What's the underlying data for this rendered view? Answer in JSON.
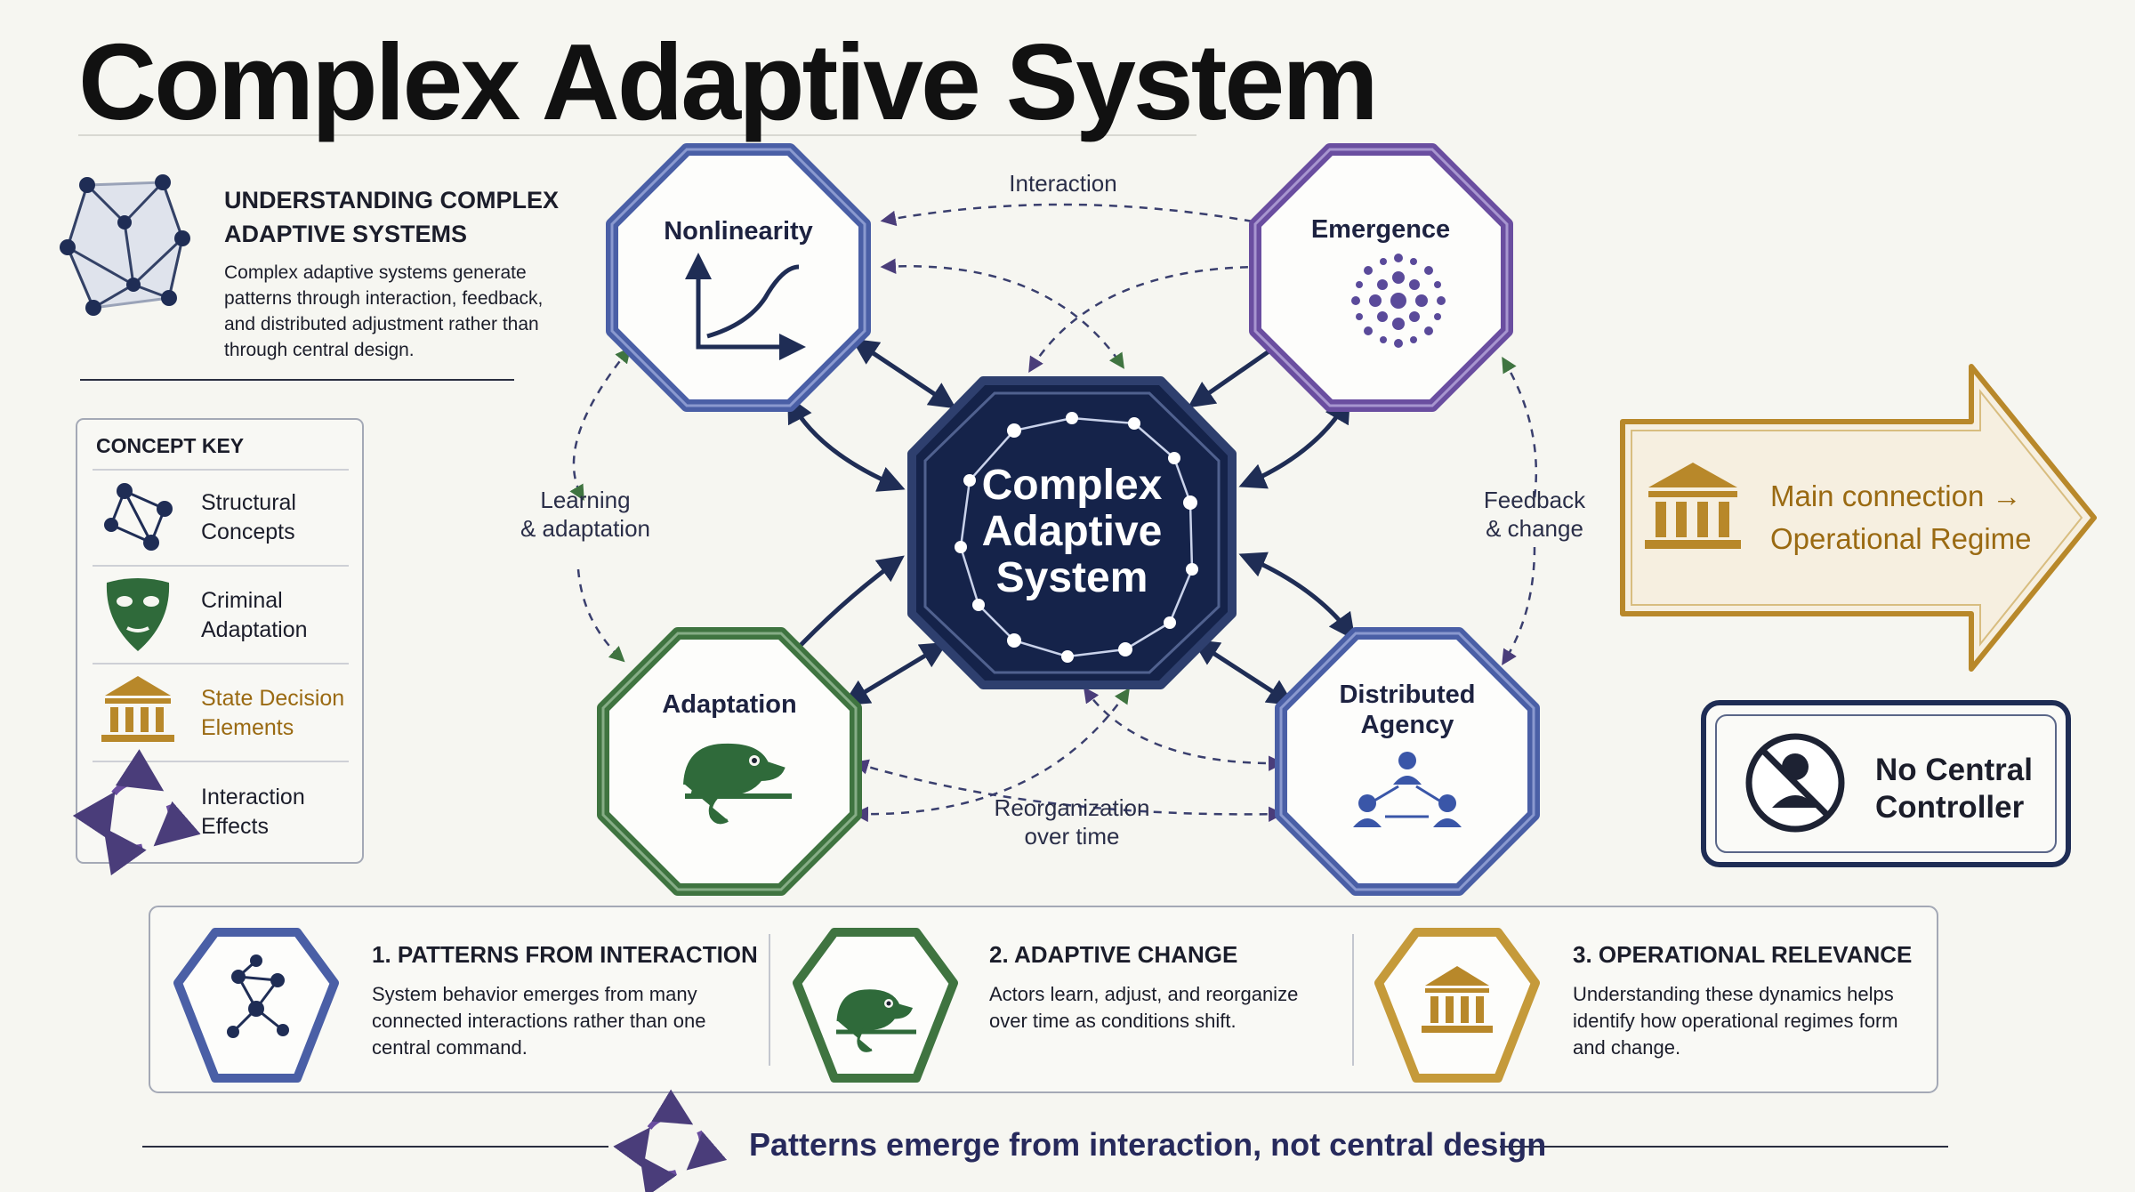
{
  "title": "Complex Adaptive System",
  "intro": {
    "heading": "UNDERSTANDING COMPLEX ADAPTIVE SYSTEMS",
    "body": "Complex adaptive systems generate patterns through interaction, feedback, and distributed adjustment rather than through central design."
  },
  "concept_key": {
    "heading": "CONCEPT KEY",
    "items": [
      {
        "line1": "Structural",
        "line2": "Concepts",
        "icon": "network-icon"
      },
      {
        "line1": "Criminal",
        "line2": "Adaptation",
        "icon": "mask-icon"
      },
      {
        "line1": "State Decision",
        "line2": "Elements",
        "icon": "courthouse-icon"
      },
      {
        "line1": "Interaction",
        "line2": "Effects",
        "icon": "cycle-arrows-icon"
      }
    ]
  },
  "diagram": {
    "center": {
      "line1": "Complex",
      "line2": "Adaptive",
      "line3": "System"
    },
    "nodes": {
      "nonlinearity": "Nonlinearity",
      "emergence": "Emergence",
      "adaptation": "Adaptation",
      "distributed_line1": "Distributed",
      "distributed_line2": "Agency"
    },
    "flows": {
      "interaction": "Interaction",
      "learning_line1": "Learning",
      "learning_line2": "& adaptation",
      "feedback_line1": "Feedback",
      "feedback_line2": "& change",
      "reorg_line1": "Reorganization",
      "reorg_line2": "over time"
    }
  },
  "main_connection": {
    "line1": "Main connection →",
    "line2": "Operational Regime"
  },
  "no_central": {
    "line1": "No Central",
    "line2": "Controller"
  },
  "cards": [
    {
      "title": "1.  PATTERNS FROM INTERACTION",
      "body": "System behavior emerges from many connected interactions rather than one central command."
    },
    {
      "title": "2.  ADAPTIVE CHANGE",
      "body": "Actors learn, adjust, and reorganize over time as conditions shift."
    },
    {
      "title": "3.  OPERATIONAL RELEVANCE",
      "body": "Understanding these dynamics helps identify how operational regimes form and change."
    }
  ],
  "tagline": "Patterns emerge from interaction, not central design",
  "colors": {
    "navy": "#1f2d55",
    "blue": "#4a5fa6",
    "purple": "#6a4ea0",
    "green": "#3f7440",
    "gold": "#b8882a",
    "gold_text": "#9a6a12",
    "core": "#15234a"
  }
}
